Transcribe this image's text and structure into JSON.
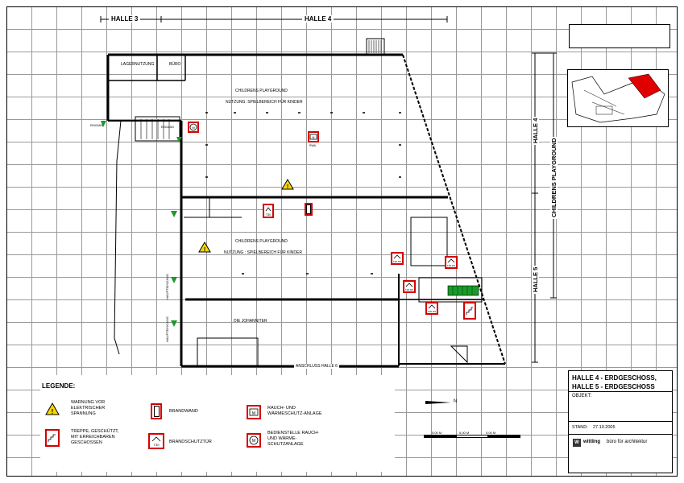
{
  "halls": {
    "halle3": "HALLE 3",
    "halle4": "HALLE 4",
    "halle4_vertical": "HALLE 4",
    "halle5_vertical": "HALLE 5",
    "playground_vertical": "CHILDRENS PLAYGROUND"
  },
  "rooms": {
    "lagernutzung": "LAGERNUTZUNG",
    "buero": "BÜRO",
    "playground_upper": "CHILDRENS PLAYGROUND",
    "nutzung_upper": "NUTZUNG: SPIELBEREICH FÜR KINDER",
    "playground_lower": "CHILDRENS PLAYGROUND",
    "nutzung_lower": "NUTZUNG : SPIELBEREICH FÜR KINDER",
    "johanniter": "DIE JOHANNITER",
    "anschluss": "ANSCHLUSS HALLE 6",
    "eingang1": "EINGANG",
    "eingang2": "EINGANG",
    "haupteingang1": "HAUPTEINGANG",
    "haupteingang2": "HAUPTEINGANG",
    "rwa": "RWA"
  },
  "door_labels": {
    "t30": "T30",
    "t30rs": "T30 RS"
  },
  "legend": {
    "title": "LEGENDE:",
    "warnung": "WARNUNG VOR ELEKTRISCHER SPANNUNG",
    "treppe": "TREPPE, GESCHÜTZT, MIT ERREICHBAREN GESCHOSSEN",
    "brandwand": "BRANDWAND",
    "brandschutztuer": "BRANDSCHUTZTÜR",
    "rauch_anlage": "RAUCH- UND WÄRMESCHUTZ-ANLAGE",
    "bedienstelle": "BEDIENSTELLE RAUCH- UND WÄRME-SCHUTZANLAGE"
  },
  "scale": {
    "labels": [
      "5,00 M",
      "5,00 M",
      "5,00 M"
    ],
    "north": "N"
  },
  "title_block": {
    "line1": "HALLE 4 - ERDGESCHOSS,",
    "line2": "HALLE 5 - ERDGESCHOSS",
    "objekt_label": "OBJEKT:",
    "stand_label": "STAND:",
    "stand_date": "27.10.2005",
    "firm_logo": "W",
    "firm_name": "wittling",
    "firm_sub": "büro für architektur"
  },
  "colors": {
    "red": "#d40000",
    "green": "#1a9a2a",
    "yellow": "#f5d800",
    "grid": "#9a9a9a"
  }
}
